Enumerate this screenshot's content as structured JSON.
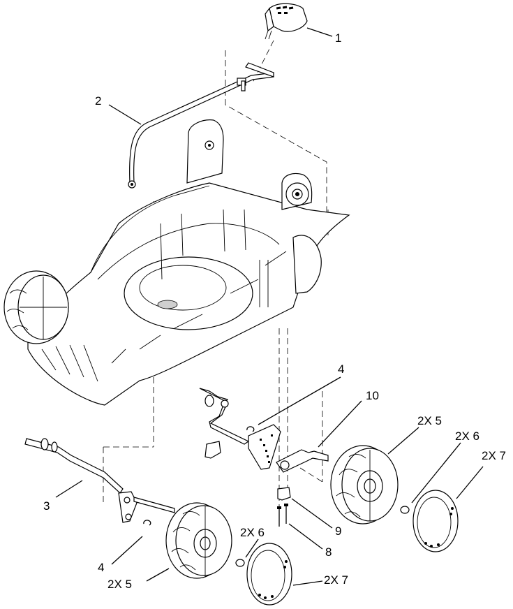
{
  "callouts": [
    {
      "id": "c1",
      "text": "1"
    },
    {
      "id": "c2",
      "text": "2"
    },
    {
      "id": "c3",
      "text": "3"
    },
    {
      "id": "c4a",
      "text": "4"
    },
    {
      "id": "c4b",
      "text": "4"
    },
    {
      "id": "c10",
      "text": "10"
    },
    {
      "id": "c5r",
      "text": "2X 5"
    },
    {
      "id": "c6r",
      "text": "2X 6"
    },
    {
      "id": "c7r",
      "text": "2X 7"
    },
    {
      "id": "c9",
      "text": "9"
    },
    {
      "id": "c8",
      "text": "8"
    },
    {
      "id": "c6l",
      "text": "2X 6"
    },
    {
      "id": "c5l",
      "text": "2X 5"
    },
    {
      "id": "c7l",
      "text": "2X 7"
    }
  ]
}
